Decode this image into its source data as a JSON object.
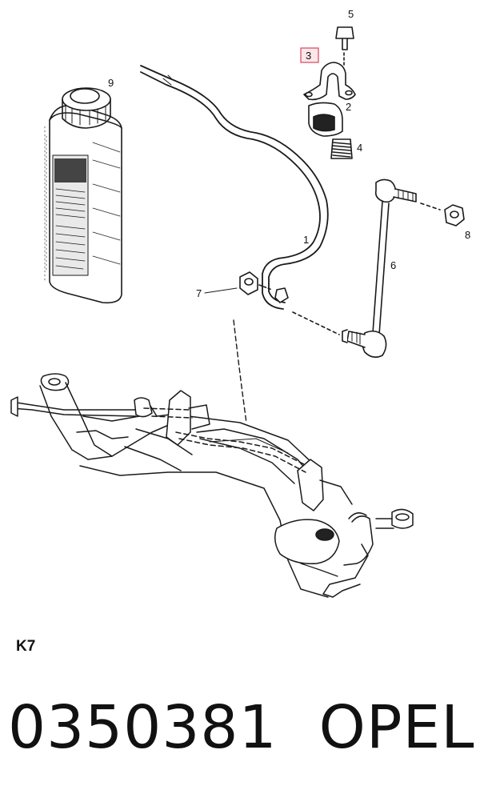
{
  "diagram": {
    "callouts": [
      {
        "id": "1",
        "label": "1"
      },
      {
        "id": "2",
        "label": "2"
      },
      {
        "id": "3",
        "label": "3",
        "highlighted": true
      },
      {
        "id": "4",
        "label": "4"
      },
      {
        "id": "5",
        "label": "5"
      },
      {
        "id": "6",
        "label": "6"
      },
      {
        "id": "7",
        "label": "7"
      },
      {
        "id": "8",
        "label": "8"
      },
      {
        "id": "9",
        "label": "9"
      }
    ],
    "highlight_color": "#d9475d"
  },
  "footer": {
    "section_code": "K7",
    "part_number": "0350381",
    "brand": "OPEL"
  }
}
